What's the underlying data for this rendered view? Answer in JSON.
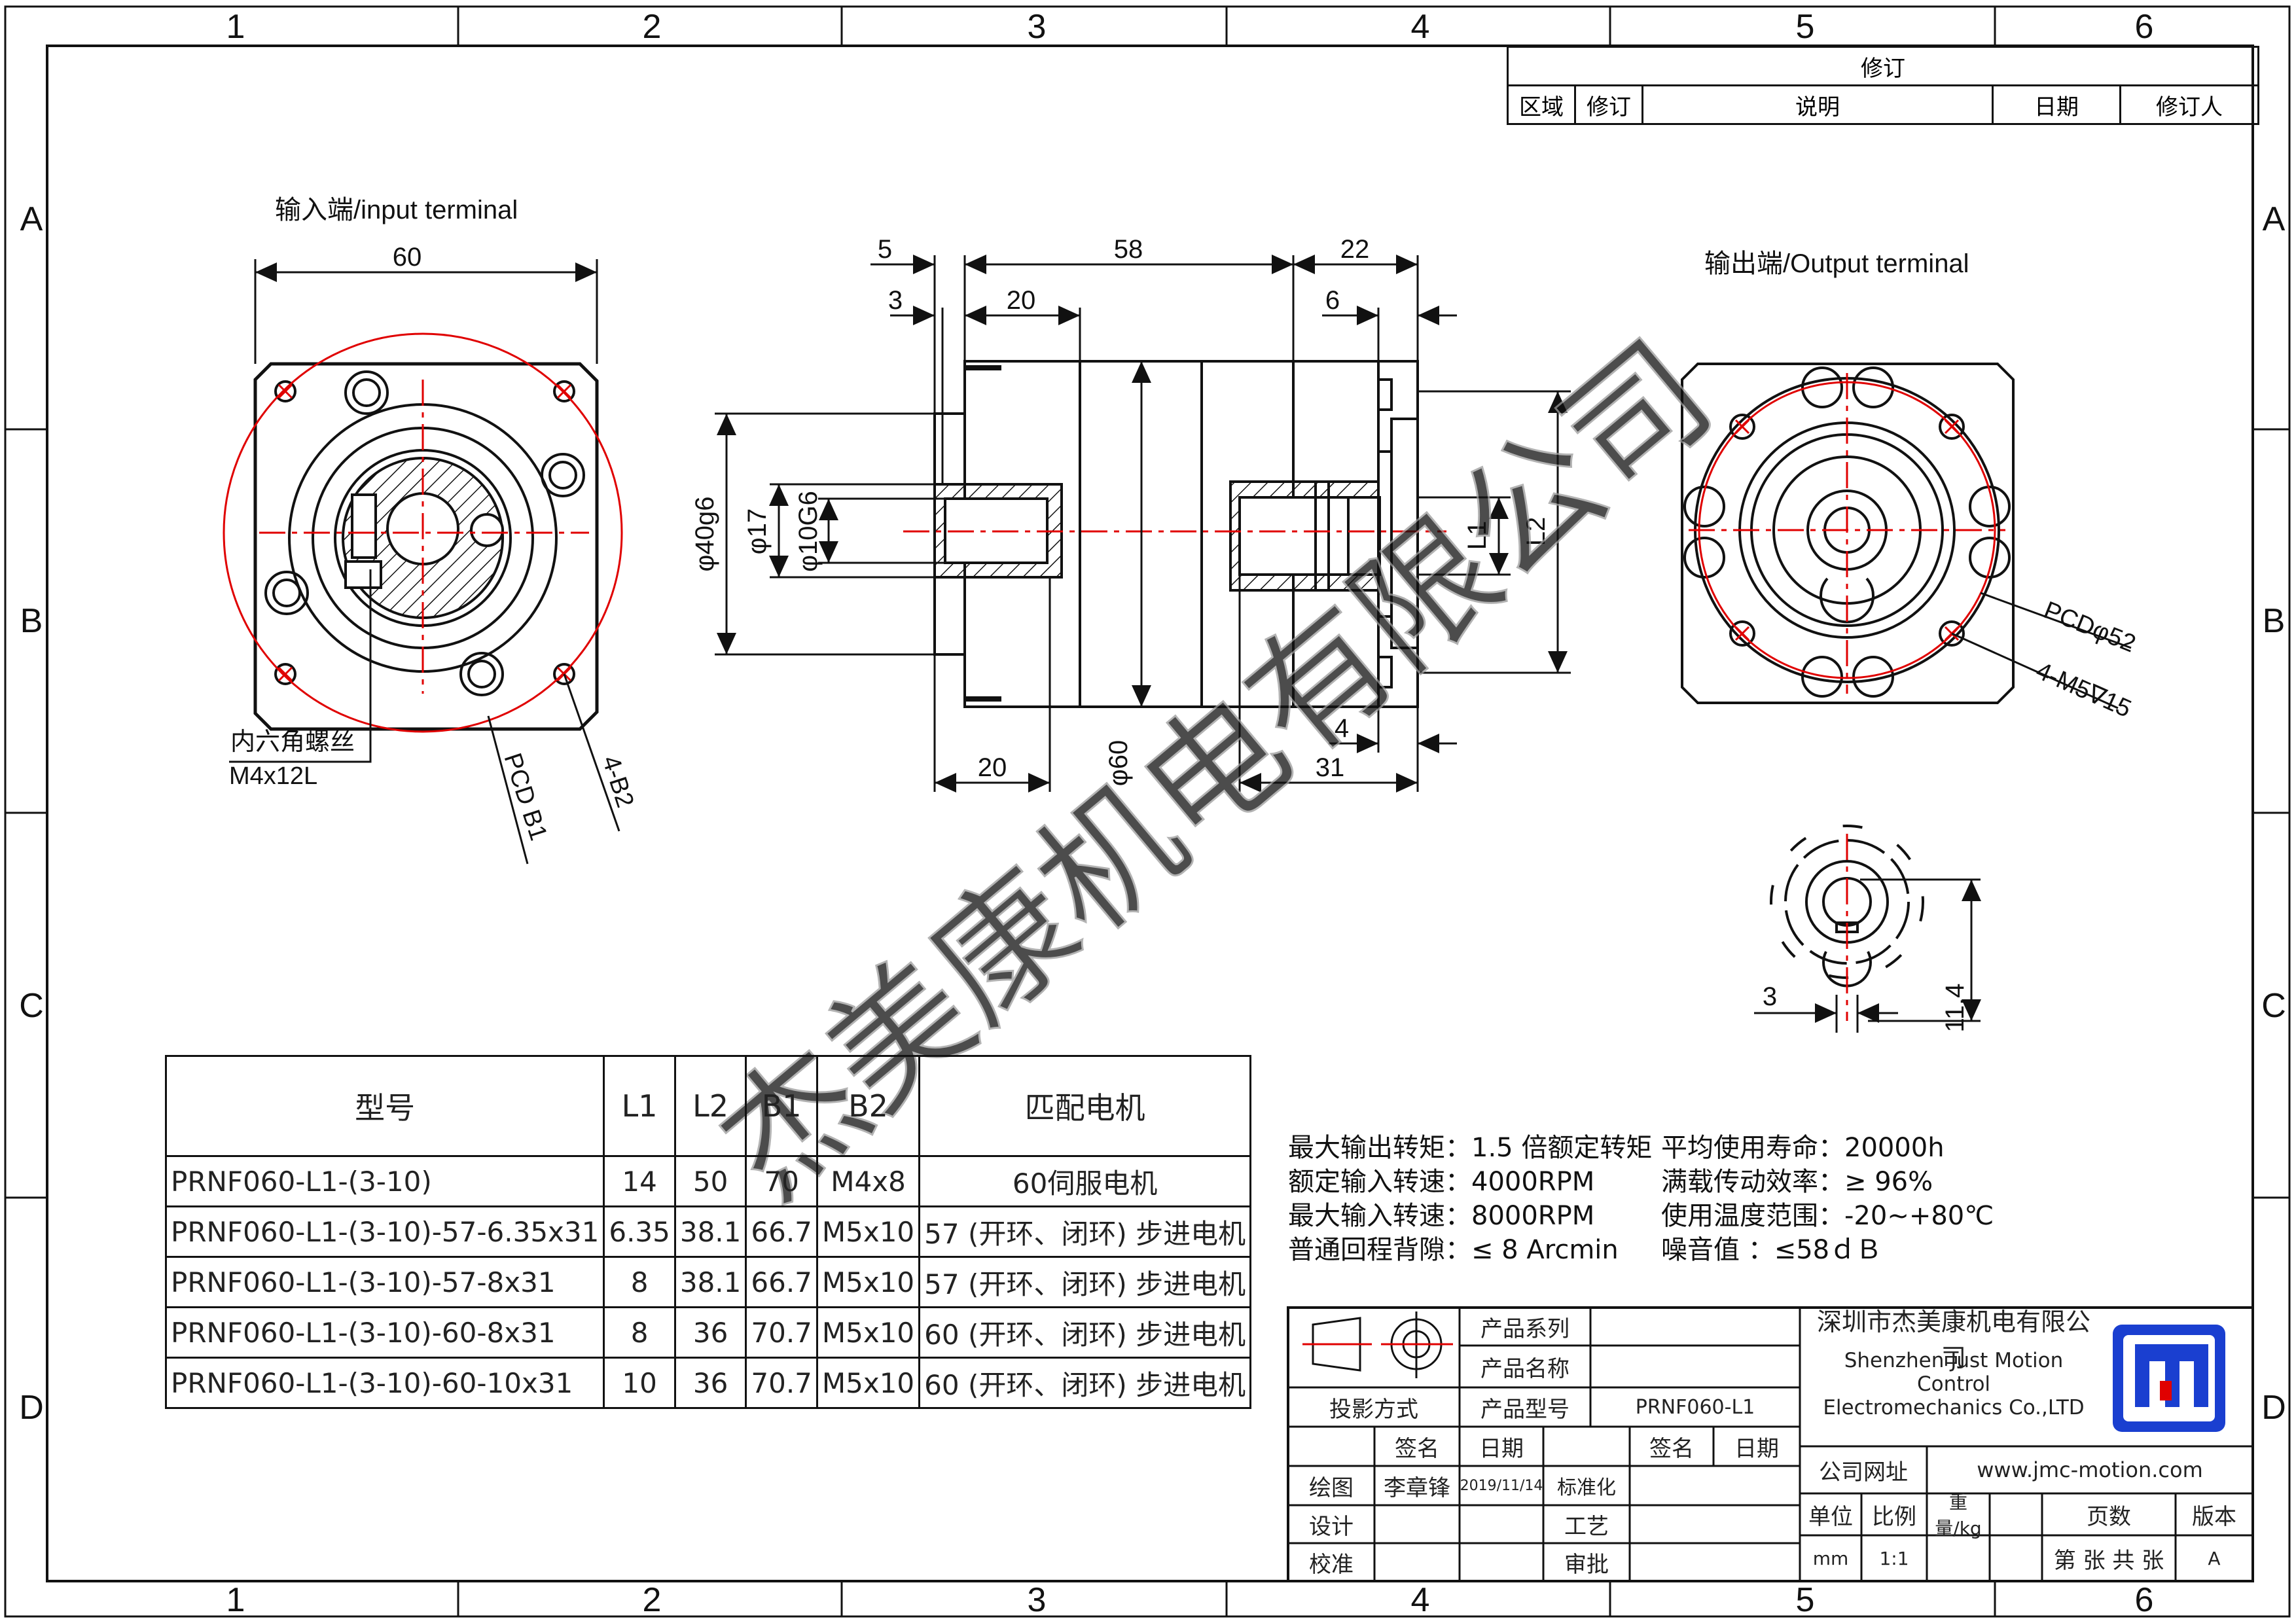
{
  "border": {
    "col_labels": [
      "1",
      "2",
      "3",
      "4",
      "5",
      "6"
    ],
    "row_labels": [
      "A",
      "B",
      "C",
      "D"
    ]
  },
  "revision_block": {
    "title": "修订",
    "headers": [
      "区域",
      "修订",
      "说明",
      "日期",
      "修订人"
    ]
  },
  "views": {
    "input_title": "输入端/input terminal",
    "output_title": "输出端/Output terminal"
  },
  "dimensions": {
    "d60_top": "60",
    "d5": "5",
    "d3": "3",
    "d20_top": "20",
    "d58": "58",
    "d22": "22",
    "d6": "6",
    "phi40": "φ40g6",
    "phi17": "φ17",
    "phi10": "φ10G6",
    "l1": "L1",
    "l2": "L2",
    "phi60": "φ60",
    "d20_bottom": "20",
    "d4": "4",
    "d31": "31",
    "hex_label_1": "内六角螺丝",
    "hex_label_2": "M4x12L",
    "pcd_b1": "PCD B1",
    "b2": "4-B2",
    "pcd52": "PCDφ52",
    "m5": "4-M5∇15",
    "key_3": "3",
    "key_114": "11.4"
  },
  "watermark": "杰美康机电有限公司",
  "model_table": {
    "headers": [
      "型号",
      "L1",
      "L2",
      "B1",
      "B2",
      "匹配电机"
    ],
    "rows": [
      [
        "PRNF060-L1-(3-10)",
        "14",
        "50",
        "70",
        "M4x8",
        "60伺服电机"
      ],
      [
        "PRNF060-L1-(3-10)-57-6.35x31",
        "6.35",
        "38.1",
        "66.7",
        "M5x10",
        "57 (开环、闭环) 步进电机"
      ],
      [
        "PRNF060-L1-(3-10)-57-8x31",
        "8",
        "38.1",
        "66.7",
        "M5x10",
        "57 (开环、闭环) 步进电机"
      ],
      [
        "PRNF060-L1-(3-10)-60-8x31",
        "8",
        "36",
        "70.7",
        "M5x10",
        "60 (开环、闭环) 步进电机"
      ],
      [
        "PRNF060-L1-(3-10)-60-10x31",
        "10",
        "36",
        "70.7",
        "M5x10",
        "60 (开环、闭环) 步进电机"
      ]
    ]
  },
  "specs": [
    [
      "最大输出转矩：1.5 倍额定转矩",
      "平均使用寿命：20000h"
    ],
    [
      "额定输入转速：4000RPM",
      "满载传动效率：≥   96%"
    ],
    [
      "最大输入转速：8000RPM",
      "使用温度范围：-20~+80℃"
    ],
    [
      "普通回程背隙：≤ 8 Arcmin",
      "噪音值         ：≤58ｄＢ"
    ]
  ],
  "title_block": {
    "projection": "投影方式",
    "product_series": "产品系列",
    "product_name": "产品名称",
    "product_model": "产品型号",
    "product_model_value": "PRNF060-L1",
    "sign": "签名",
    "date": "日期",
    "sign2": "签名",
    "date2": "日期",
    "drawn": "绘图",
    "drawn_by": "李章锋",
    "drawn_date": "2019/11/14",
    "standard": "标准化",
    "design": "设计",
    "process": "工艺",
    "check": "校准",
    "approve": "审批",
    "company_cn": "深圳市杰美康机电有限公司",
    "company_en1": "Shenzhen Just Motion Control",
    "company_en2": "Electromechanics Co.,LTD",
    "website_label": "公司网址",
    "website": "www.jmc-motion.com",
    "unit": "单位",
    "scale": "比例",
    "weight": "重量/kg",
    "pages": "页数",
    "version": "版本",
    "unit_value": "mm",
    "scale_value": "1:1",
    "pages_value": "第 张 共 张",
    "version_value": "A"
  },
  "colors": {
    "line": "#111111",
    "red": "#e00000",
    "logo": "#1a3fd0",
    "watermark": "#9a9a9a"
  }
}
